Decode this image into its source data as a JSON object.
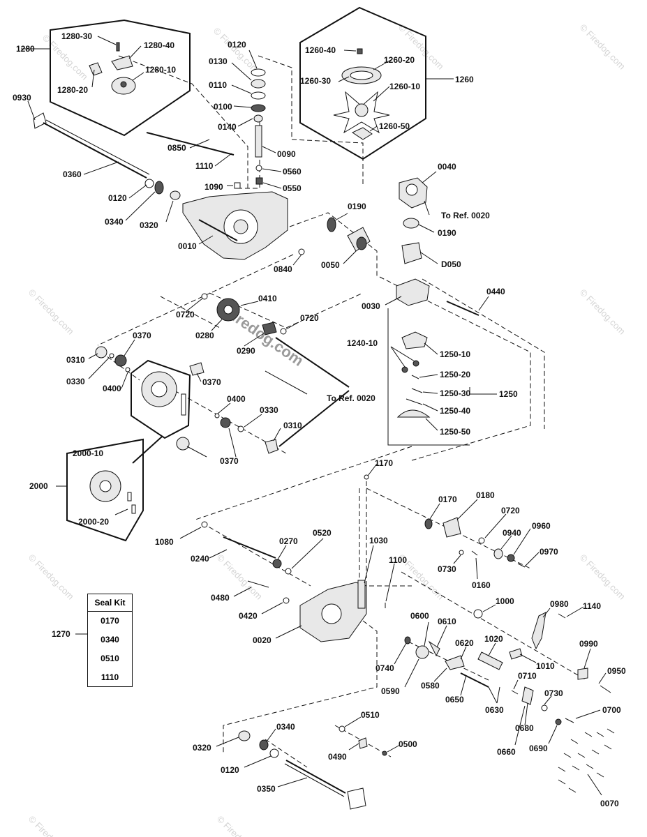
{
  "watermarks": {
    "text": "© Firedog.com",
    "center_text": "Firedog.com"
  },
  "callouts": {
    "g1280": "1280",
    "p1280_30": "1280-30",
    "p1280_40": "1280-40",
    "p1280_10": "1280-10",
    "p1280_20": "1280-20",
    "p0930": "0930",
    "p0360": "0360",
    "p0120a": "0120",
    "p0340a": "0340",
    "p0320a": "0320",
    "p0010": "0010",
    "p0840": "0840",
    "p0850": "0850",
    "p1110": "1110",
    "p1090": "1090",
    "p0120b": "0120",
    "p0130": "0130",
    "p0110": "0110",
    "p0100": "0100",
    "p0140": "0140",
    "p0090": "0090",
    "p0560": "0560",
    "p0550": "0550",
    "g1260": "1260",
    "p1260_40": "1260-40",
    "p1260_20": "1260-20",
    "p1260_30": "1260-30",
    "p1260_10": "1260-10",
    "p1260_50": "1260-50",
    "p0040": "0040",
    "ref0020a": "To Ref. 0020",
    "p0190a": "0190",
    "p0190b": "0190",
    "p0050a": "0050",
    "p0050b": "D050",
    "p0030": "0030",
    "p0440": "0440",
    "p0720a": "0720",
    "p0410": "0410",
    "p0720b": "0720",
    "p0280": "0280",
    "p0290": "0290",
    "p0310a": "0310",
    "p0370a": "0370",
    "p0330a": "0330",
    "p0400a": "0400",
    "p0370b": "0370",
    "p0400b": "0400",
    "p0330b": "0330",
    "p0310b": "0310",
    "p0370c": "0370",
    "ref0020b": "To Ref. 0020",
    "p1240_10": "1240-10",
    "p1250_10": "1250-10",
    "p1250_20": "1250-20",
    "p1250_30": "1250-30",
    "p1250_40": "1250-40",
    "p1250_50": "1250-50",
    "g1250": "1250",
    "g2000": "2000",
    "p2000_10": "2000-10",
    "p2000_20": "2000-20",
    "p1170": "1170",
    "p0170": "0170",
    "p0180": "0180",
    "p0720c": "0720",
    "p0960": "0960",
    "p0940": "0940",
    "p0970": "0970",
    "p0730a": "0730",
    "p0160": "0160",
    "p1080": "1080",
    "p0240": "0240",
    "p0270": "0270",
    "p0520": "0520",
    "p1030": "1030",
    "p1100": "1100",
    "p0480": "0480",
    "p0420": "0420",
    "p1000": "1000",
    "p0980": "0980",
    "p1140": "1140",
    "p0020": "0020",
    "p0600": "0600",
    "p0610": "0610",
    "p0620": "0620",
    "p1020": "1020",
    "p1010": "1010",
    "p0990": "0990",
    "p0740": "0740",
    "p0590": "0590",
    "p0580": "0580",
    "p0650": "0650",
    "p0630": "0630",
    "p0710": "0710",
    "p0950": "0950",
    "p0730b": "0730",
    "p0700": "0700",
    "p0680": "0680",
    "p0660": "0660",
    "p0690": "0690",
    "p0510": "0510",
    "p0490": "0490",
    "p0500": "0500",
    "p0320b": "0320",
    "p0340b": "0340",
    "p0120c": "0120",
    "p0350": "0350",
    "p0070": "0070",
    "p1270": "1270"
  },
  "seal_kit": {
    "title": "Seal Kit",
    "items": [
      "0170",
      "0340",
      "0510",
      "1110"
    ]
  }
}
